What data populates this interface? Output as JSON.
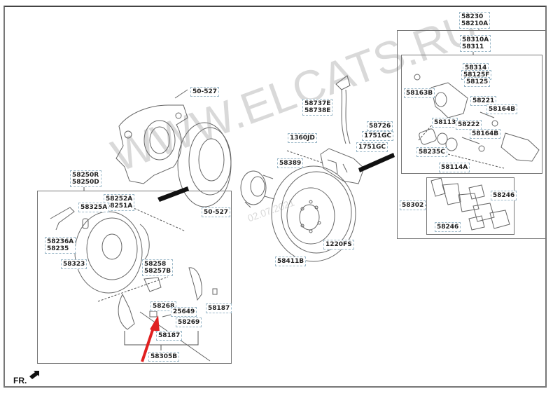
{
  "diagram": {
    "title": "Rear brake assembly parts diagram",
    "orientation_label": "FR.",
    "watermark": "WWW.ELCATS.RU",
    "date_watermark": "02.07.2021",
    "highlight_arrow_color": "#e02020",
    "groups": {
      "caliper_assembly": {
        "labels": [
          "58230",
          "58210A"
        ]
      },
      "caliper_body": {
        "labels": [
          "58310A",
          "58311"
        ]
      },
      "pad_kit": {
        "labels": [
          "58302"
        ]
      },
      "backing_plate_assembly": {
        "labels": [
          "58250R",
          "58250D"
        ]
      },
      "parking_shoe_kit": {
        "labels": [
          "58305B"
        ]
      }
    },
    "parts": [
      {
        "id": "p-50527-top",
        "labels": [
          "50-527"
        ]
      },
      {
        "id": "p-50527-hub",
        "labels": [
          "50-527"
        ]
      },
      {
        "id": "p-58737e",
        "labels": [
          "58737E",
          "58738E"
        ]
      },
      {
        "id": "p-58726",
        "labels": [
          "58726"
        ]
      },
      {
        "id": "p-1751gc-a",
        "labels": [
          "1751GC"
        ]
      },
      {
        "id": "p-1751gc-b",
        "labels": [
          "1751GC"
        ]
      },
      {
        "id": "p-1360jd",
        "labels": [
          "1360JD"
        ]
      },
      {
        "id": "p-58389",
        "labels": [
          "58389"
        ]
      },
      {
        "id": "p-1220fs",
        "labels": [
          "1220FS"
        ]
      },
      {
        "id": "p-58411b",
        "labels": [
          "58411B"
        ]
      },
      {
        "id": "p-58314",
        "labels": [
          "58314"
        ]
      },
      {
        "id": "p-58125f",
        "labels": [
          "58125F"
        ]
      },
      {
        "id": "p-58125",
        "labels": [
          "58125"
        ]
      },
      {
        "id": "p-58163b",
        "labels": [
          "58163B"
        ]
      },
      {
        "id": "p-58221",
        "labels": [
          "58221"
        ]
      },
      {
        "id": "p-58164b-a",
        "labels": [
          "58164B"
        ]
      },
      {
        "id": "p-58113",
        "labels": [
          "58113"
        ]
      },
      {
        "id": "p-58222",
        "labels": [
          "58222"
        ]
      },
      {
        "id": "p-58164b-b",
        "labels": [
          "58164B"
        ]
      },
      {
        "id": "p-58235c",
        "labels": [
          "58235C"
        ]
      },
      {
        "id": "p-58114a",
        "labels": [
          "58114A"
        ]
      },
      {
        "id": "p-58246-a",
        "labels": [
          "58246"
        ]
      },
      {
        "id": "p-58246-b",
        "labels": [
          "58246"
        ]
      },
      {
        "id": "p-58252a",
        "labels": [
          "58252A",
          "58251A"
        ]
      },
      {
        "id": "p-58325a",
        "labels": [
          "58325A"
        ]
      },
      {
        "id": "p-58236a",
        "labels": [
          "58236A",
          "58235"
        ]
      },
      {
        "id": "p-58323",
        "labels": [
          "58323"
        ]
      },
      {
        "id": "p-58258",
        "labels": [
          "58258",
          "58257B"
        ]
      },
      {
        "id": "p-58187-a",
        "labels": [
          "58187"
        ]
      },
      {
        "id": "p-58268",
        "labels": [
          "58268"
        ]
      },
      {
        "id": "p-25649",
        "labels": [
          "25649"
        ]
      },
      {
        "id": "p-58269",
        "labels": [
          "58269"
        ]
      },
      {
        "id": "p-58187-b",
        "labels": [
          "58187"
        ]
      }
    ]
  }
}
